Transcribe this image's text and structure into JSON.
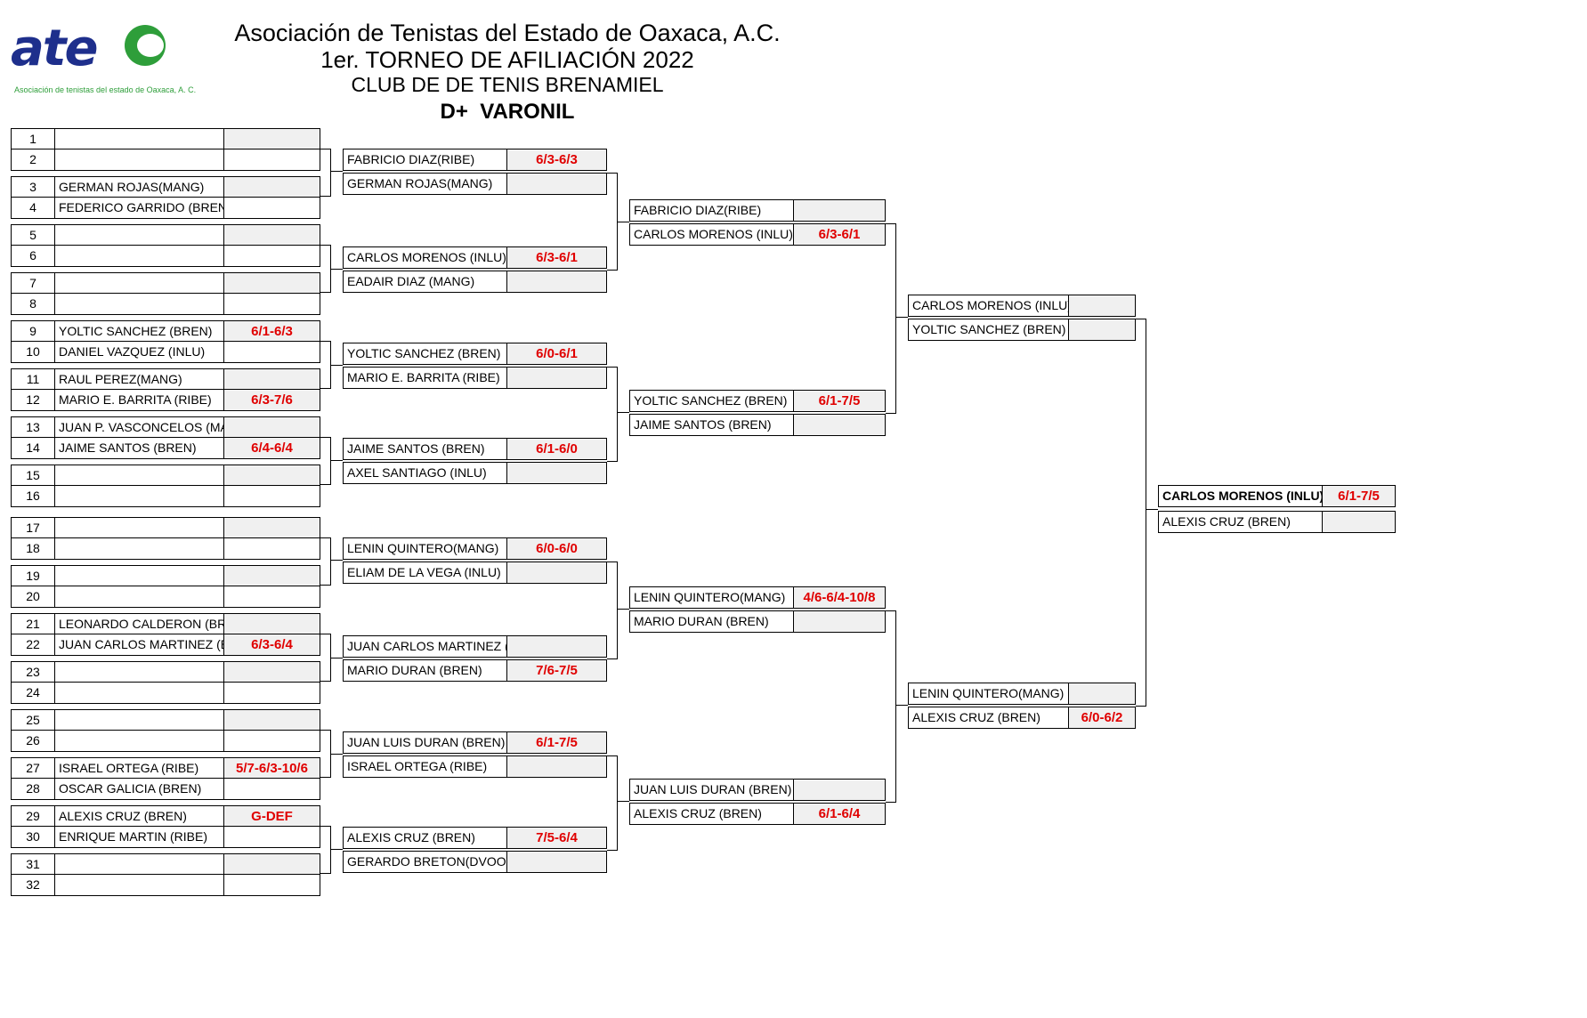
{
  "header": {
    "line1": "Asociación de Tenistas del Estado de Oaxaca, A.C.",
    "line2": "1er. TORNEO DE AFILIACIÓN 2022",
    "line3": "CLUB DE DE TENIS BRENAMIEL",
    "line4": "D+  VARONIL"
  },
  "logo": {
    "text": "ate",
    "subtitle": "Asociación de tenistas del estado de Oaxaca, A. C."
  },
  "round1": [
    {
      "num": "1",
      "name": "",
      "score": ""
    },
    {
      "num": "2",
      "name": "",
      "score": ""
    },
    {
      "num": "3",
      "name": "GERMAN ROJAS(MANG)",
      "score": ""
    },
    {
      "num": "4",
      "name": "FEDERICO GARRIDO (BREN)",
      "score": ""
    },
    {
      "num": "5",
      "name": "",
      "score": ""
    },
    {
      "num": "6",
      "name": "",
      "score": ""
    },
    {
      "num": "7",
      "name": "",
      "score": ""
    },
    {
      "num": "8",
      "name": "",
      "score": ""
    },
    {
      "num": "9",
      "name": "YOLTIC SANCHEZ (BREN)",
      "score": "6/1-6/3"
    },
    {
      "num": "10",
      "name": "DANIEL VAZQUEZ (INLU)",
      "score": ""
    },
    {
      "num": "11",
      "name": "RAUL PEREZ(MANG)",
      "score": ""
    },
    {
      "num": "12",
      "name": "MARIO E. BARRITA (RIBE)",
      "score": "6/3-7/6"
    },
    {
      "num": "13",
      "name": "JUAN P. VASCONCELOS (MANG",
      "score": ""
    },
    {
      "num": "14",
      "name": "JAIME SANTOS (BREN)",
      "score": "6/4-6/4"
    },
    {
      "num": "15",
      "name": "",
      "score": ""
    },
    {
      "num": "16",
      "name": "",
      "score": ""
    },
    {
      "num": "17",
      "name": "",
      "score": ""
    },
    {
      "num": "18",
      "name": "",
      "score": ""
    },
    {
      "num": "19",
      "name": "",
      "score": ""
    },
    {
      "num": "20",
      "name": "",
      "score": ""
    },
    {
      "num": "21",
      "name": "LEONARDO CALDERON (BREN)",
      "score": ""
    },
    {
      "num": "22",
      "name": "JUAN CARLOS MARTINEZ (BREN",
      "score": "6/3-6/4"
    },
    {
      "num": "23",
      "name": "",
      "score": ""
    },
    {
      "num": "24",
      "name": "",
      "score": ""
    },
    {
      "num": "25",
      "name": "",
      "score": ""
    },
    {
      "num": "26",
      "name": "",
      "score": ""
    },
    {
      "num": "27",
      "name": "ISRAEL ORTEGA (RIBE)",
      "score": "5/7-6/3-10/6"
    },
    {
      "num": "28",
      "name": "OSCAR GALICIA (BREN)",
      "score": ""
    },
    {
      "num": "29",
      "name": "ALEXIS CRUZ (BREN)",
      "score": "G-DEF"
    },
    {
      "num": "30",
      "name": "ENRIQUE MARTIN (RIBE)",
      "score": ""
    },
    {
      "num": "31",
      "name": "",
      "score": ""
    },
    {
      "num": "32",
      "name": "",
      "score": ""
    }
  ],
  "round2": [
    {
      "name": "FABRICIO DIAZ(RIBE)",
      "score": "6/3-6/3"
    },
    {
      "name": "GERMAN ROJAS(MANG)",
      "score": ""
    },
    {
      "name": "CARLOS MORENOS (INLU)",
      "score": "6/3-6/1"
    },
    {
      "name": "EADAIR DIAZ  (MANG)",
      "score": ""
    },
    {
      "name": "YOLTIC SANCHEZ (BREN)",
      "score": "6/0-6/1"
    },
    {
      "name": "MARIO E. BARRITA (RIBE)",
      "score": ""
    },
    {
      "name": "JAIME SANTOS (BREN)",
      "score": "6/1-6/0"
    },
    {
      "name": "AXEL SANTIAGO (INLU)",
      "score": ""
    },
    {
      "name": "LENIN QUINTERO(MANG)",
      "score": "6/0-6/0"
    },
    {
      "name": "ELIAM DE LA VEGA (INLU)",
      "score": ""
    },
    {
      "name": "JUAN CARLOS MARTINEZ (BREN",
      "score": ""
    },
    {
      "name": "MARIO DURAN (BREN)",
      "score": "7/6-7/5"
    },
    {
      "name": "JUAN LUIS DURAN (BREN)",
      "score": "6/1-7/5"
    },
    {
      "name": "ISRAEL ORTEGA (RIBE)",
      "score": ""
    },
    {
      "name": "ALEXIS CRUZ (BREN)",
      "score": "7/5-6/4"
    },
    {
      "name": "GERARDO BRETON(DVOO)",
      "score": ""
    }
  ],
  "round3": [
    {
      "name": "FABRICIO DIAZ(RIBE)",
      "score": ""
    },
    {
      "name": "CARLOS MORENOS (INLU)",
      "score": "6/3-6/1"
    },
    {
      "name": "YOLTIC SANCHEZ (BREN)",
      "score": "6/1-7/5"
    },
    {
      "name": "JAIME SANTOS (BREN)",
      "score": ""
    },
    {
      "name": "LENIN QUINTERO(MANG)",
      "score": "4/6-6/4-10/8"
    },
    {
      "name": "MARIO DURAN (BREN)",
      "score": ""
    },
    {
      "name": "JUAN LUIS DURAN (BREN)",
      "score": ""
    },
    {
      "name": "ALEXIS CRUZ (BREN)",
      "score": "6/1-6/4"
    }
  ],
  "round4": [
    {
      "name": "CARLOS MORENOS (INLU)",
      "score": ""
    },
    {
      "name": "YOLTIC SANCHEZ (BREN)",
      "score": ""
    },
    {
      "name": "LENIN QUINTERO(MANG)",
      "score": ""
    },
    {
      "name": "ALEXIS CRUZ (BREN)",
      "score": "6/0-6/2"
    }
  ],
  "final": [
    {
      "name": "CARLOS MORENOS (INLU)",
      "score": "6/1-7/5"
    },
    {
      "name": "ALEXIS CRUZ (BREN)",
      "score": ""
    }
  ]
}
